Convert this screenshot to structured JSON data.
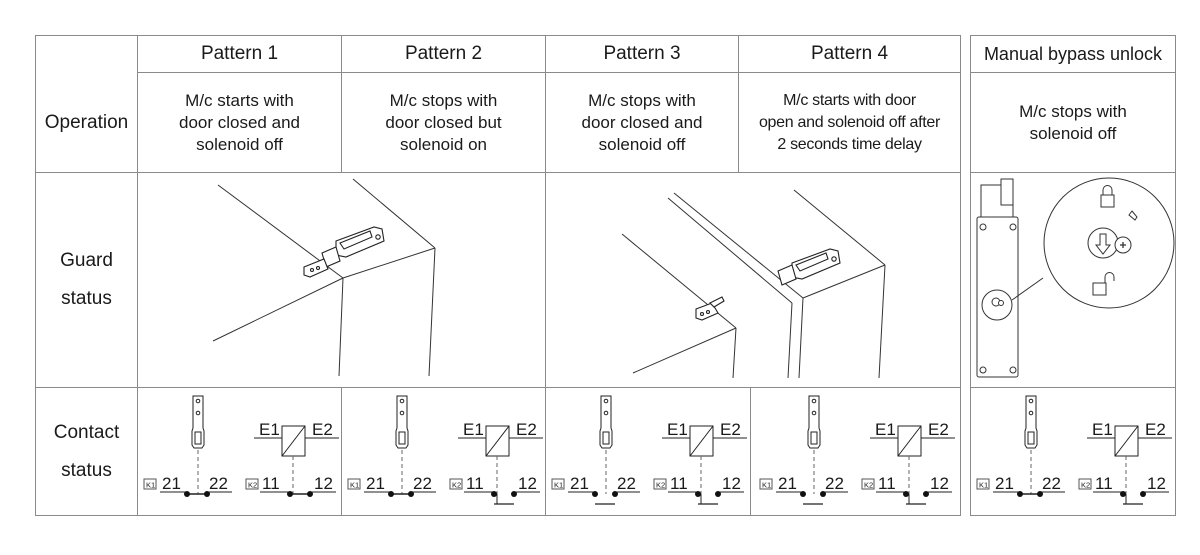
{
  "row_labels": {
    "operation": "Operation",
    "guard_status": "Guard\nstatus",
    "contact_status": "Contact\nstatus"
  },
  "patterns": [
    {
      "title": "Pattern 1",
      "operation": "M/c starts with\ndoor closed and\nsolenoid off"
    },
    {
      "title": "Pattern 2",
      "operation": "M/c stops with\ndoor closed but\nsolenoid on"
    },
    {
      "title": "Pattern 3",
      "operation": "M/c stops with\ndoor closed and\nsolenoid off"
    },
    {
      "title": "Pattern 4",
      "operation": "M/c starts with door\nopen and solenoid off after\n2 seconds time delay"
    }
  ],
  "manual_bypass": {
    "title": "Manual bypass unlock",
    "operation": "M/c stops with\nsolenoid off"
  },
  "contact_diagram": {
    "k1_label": "K1",
    "k2_label": "K2",
    "k1_terminals": [
      "21",
      "22"
    ],
    "k2_terminals": [
      "11",
      "12"
    ],
    "coil_terminals": [
      "E1",
      "E2"
    ],
    "states": [
      {
        "k1": "closed",
        "k2": "closed"
      },
      {
        "k1": "closed",
        "k2": "open"
      },
      {
        "k1": "open",
        "k2": "open"
      },
      {
        "k1": "open",
        "k2": "open"
      },
      {
        "k1": "closed",
        "k2": "open"
      }
    ]
  },
  "colors": {
    "grid": "#8a8a8a",
    "ink": "#1a1a1a",
    "background": "#ffffff"
  }
}
